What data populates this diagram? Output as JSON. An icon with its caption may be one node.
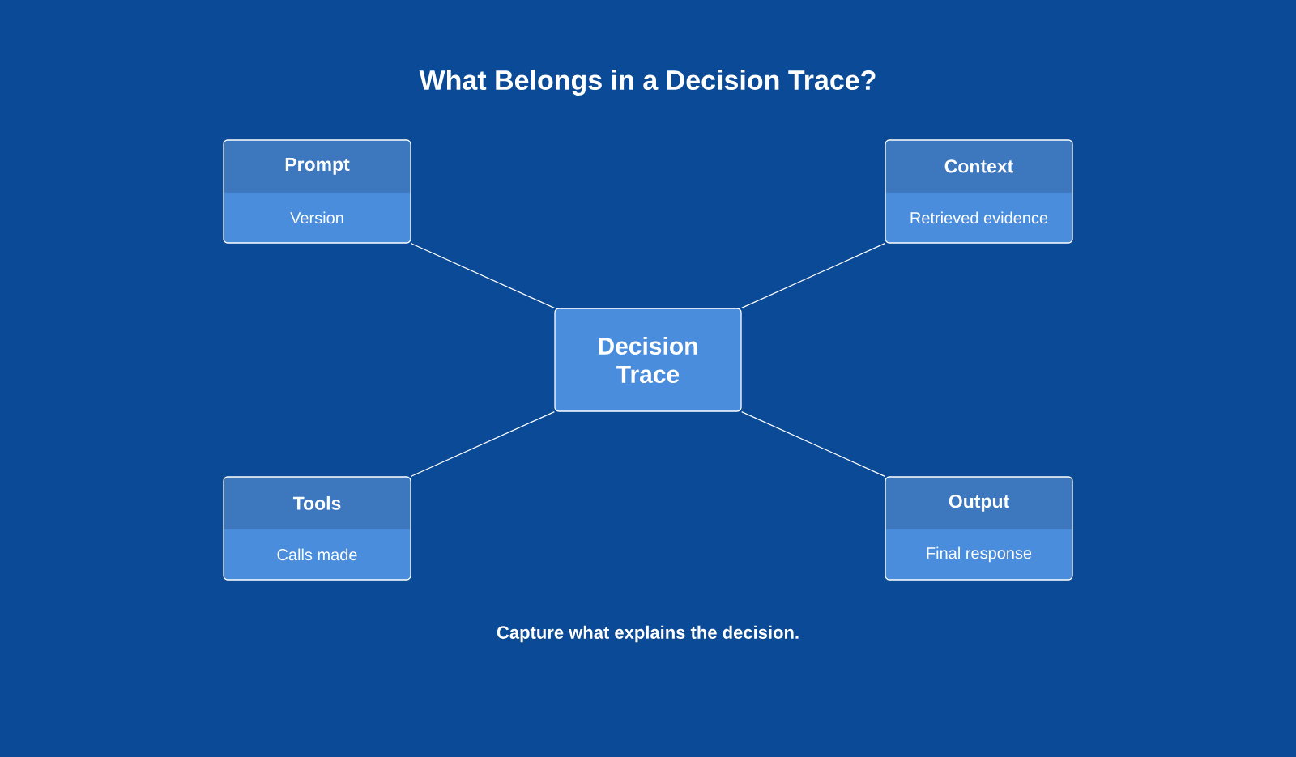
{
  "diagram": {
    "title": "What Belongs in a Decision Trace?",
    "caption": "Capture what explains the decision.",
    "nodes": [
      {
        "text": [
          "Prompt",
          "Version"
        ]
      },
      {
        "text": [
          "Context",
          "Retrieved evidence"
        ]
      },
      {
        "text": [
          "Decision Trace"
        ]
      },
      {
        "text": [
          "Tools",
          "Calls made"
        ]
      },
      {
        "text": [
          "Output",
          "Final response"
        ]
      }
    ],
    "edges": [
      {
        "from": 2,
        "to": 0,
        "arrow": "none"
      },
      {
        "from": 2,
        "to": 1,
        "arrow": "none"
      },
      {
        "from": 2,
        "to": 3,
        "arrow": "none"
      },
      {
        "from": 2,
        "to": 4,
        "arrow": "none"
      }
    ]
  }
}
